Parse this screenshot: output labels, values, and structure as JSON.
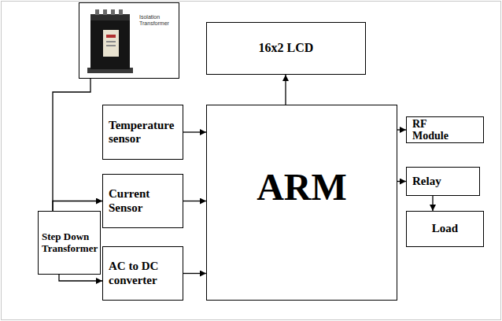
{
  "diagram": {
    "nodes": [
      {
        "text": [
          "Isolation Transformer"
        ]
      },
      {
        "text": [
          "16x2 LCD"
        ]
      },
      {
        "text": [
          "Temperature sensor"
        ]
      },
      {
        "text": [
          "ARM"
        ]
      },
      {
        "text": [
          "RF Module"
        ]
      },
      {
        "text": [
          "Current Sensor"
        ]
      },
      {
        "text": [
          "Relay"
        ]
      },
      {
        "text": [
          "Load"
        ]
      },
      {
        "text": [
          "Step Down Transformer"
        ]
      },
      {
        "text": [
          "AC to DC converter"
        ]
      }
    ],
    "edges": [
      {
        "from": 8,
        "to": 0,
        "arrow": "none"
      },
      {
        "from": 8,
        "to": 5,
        "arrow": "to"
      },
      {
        "from": 8,
        "to": 9,
        "arrow": "to"
      },
      {
        "from": 2,
        "to": 3,
        "arrow": "to"
      },
      {
        "from": 5,
        "to": 3,
        "arrow": "to"
      },
      {
        "from": 9,
        "to": 3,
        "arrow": "to"
      },
      {
        "from": 3,
        "to": 1,
        "arrow": "to"
      },
      {
        "from": 3,
        "to": 4,
        "arrow": "to"
      },
      {
        "from": 3,
        "to": 6,
        "arrow": "to"
      },
      {
        "from": 6,
        "to": 7,
        "arrow": "to"
      }
    ]
  }
}
